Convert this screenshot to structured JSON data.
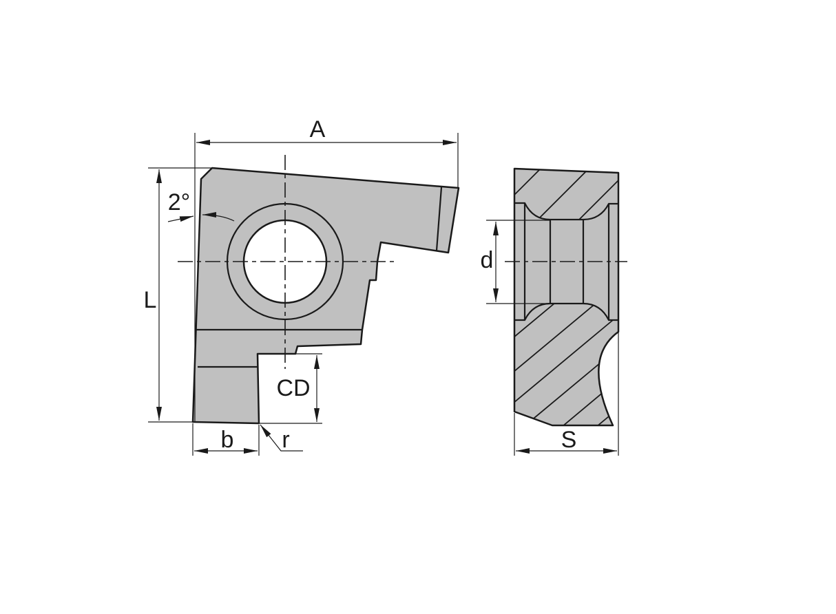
{
  "drawing": {
    "labels": {
      "A": "A",
      "L": "L",
      "angle": "2°",
      "b": "b",
      "r": "r",
      "CD": "CD",
      "d": "d",
      "S": "S"
    },
    "colors": {
      "fill": "#c0c0c0",
      "line": "#1a1a1a"
    }
  }
}
